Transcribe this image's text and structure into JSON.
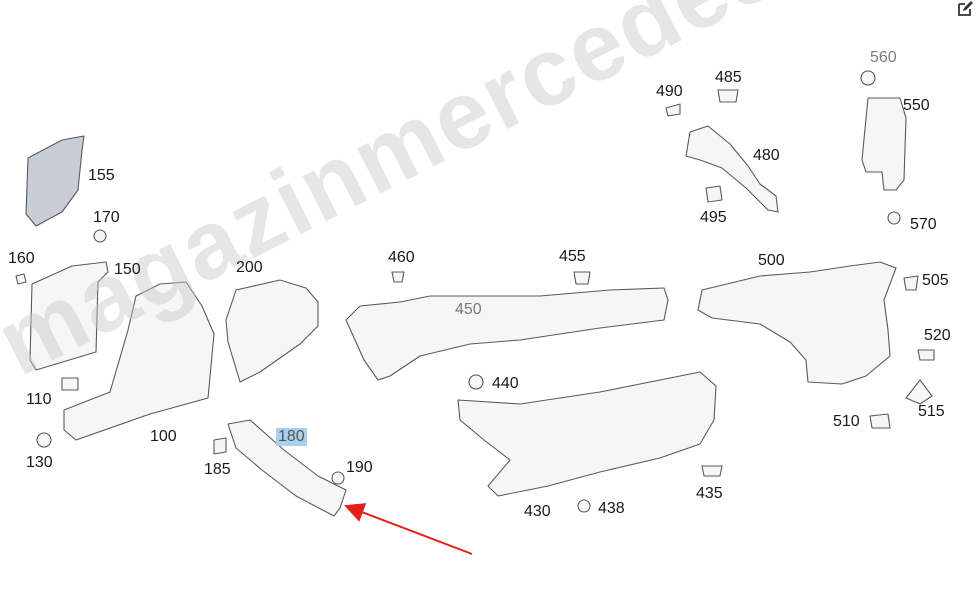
{
  "toolbar": {
    "edit_icon": "edit-icon"
  },
  "watermark": {
    "text": "magazinmercedes.ru"
  },
  "labels": {
    "l155": "155",
    "l170": "170",
    "l160": "160",
    "l150": "150",
    "l110": "110",
    "l100": "100",
    "l130": "130",
    "l200": "200",
    "l180": "180",
    "l185": "185",
    "l190": "190",
    "l460": "460",
    "l450": "450",
    "l455": "455",
    "l440": "440",
    "l430": "430",
    "l438": "438",
    "l435": "435",
    "l490": "490",
    "l485": "485",
    "l480": "480",
    "l495": "495",
    "l560": "560",
    "l550": "550",
    "l570": "570",
    "l500": "500",
    "l505": "505",
    "l520": "520",
    "l515": "515",
    "l510": "510"
  },
  "colors": {
    "arrow": "#e3201b",
    "highlight": "#a9d0ec",
    "part_stroke": "#555555",
    "part_fill": "#f4f4f4"
  }
}
